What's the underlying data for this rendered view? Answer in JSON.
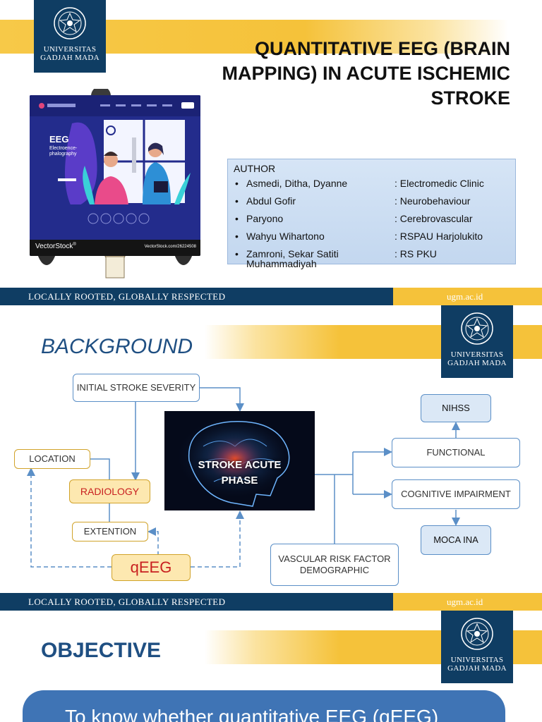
{
  "university": {
    "name_line1": "UNIVERSITAS",
    "name_line2": "GADJAH MADA"
  },
  "footer": {
    "tagline": "LOCALLY ROOTED, GLOBALLY RESPECTED",
    "url": "ugm.ac.id"
  },
  "slide1": {
    "title": "QUANTITATIVE EEG (BRAIN MAPPING) IN ACUTE ISCHEMIC STROKE",
    "illustration": {
      "eeg_title": "EEG",
      "eeg_sub1": "Electroence-",
      "eeg_sub2": "phalography",
      "watermark": "VectorStock",
      "watermark_reg": "®",
      "stock_id": "VectorStock.com/26224508"
    },
    "author_heading": "AUTHOR",
    "authors": [
      {
        "name": "Asmedi, Ditha, Dyanne",
        "affiliation": ": Electromedic Clinic"
      },
      {
        "name": "Abdul Gofir",
        "affiliation": ": Neurobehaviour"
      },
      {
        "name": "Paryono",
        "affiliation": ": Cerebrovascular"
      },
      {
        "name": "Wahyu Wihartono",
        "affiliation": ": RSPAU Harjolukito"
      },
      {
        "name": "Zamroni, Sekar Satiti",
        "name_line2": "Muhammadiyah",
        "affiliation": ": RS PKU"
      }
    ]
  },
  "slide2": {
    "title": "BACKGROUND",
    "nodes": {
      "initial_severity": "INITIAL STROKE SEVERITY",
      "location": "LOCATION",
      "radiology": "RADIOLOGY",
      "extention": "EXTENTION",
      "qeeg": "qEEG",
      "stroke_line1": "STROKE ACUTE",
      "stroke_line2": "PHASE",
      "nihss": "NIHSS",
      "functional": "FUNCTIONAL",
      "cognitive": "COGNITIVE IMPAIRMENT",
      "moca": "MOCA INA",
      "vascular_line1": "VASCULAR RISK FACTOR",
      "vascular_line2": "DEMOGRAPHIC"
    }
  },
  "slide3": {
    "title": "OBJECTIVE",
    "objective_text": "To know whether quantitative EEG (qEEG)"
  },
  "colors": {
    "navy": "#0f3d63",
    "gold": "#f5c23a",
    "heading_blue": "#1f4f82",
    "node_border": "#5b8fc7",
    "qeeg_red": "#c82020"
  }
}
